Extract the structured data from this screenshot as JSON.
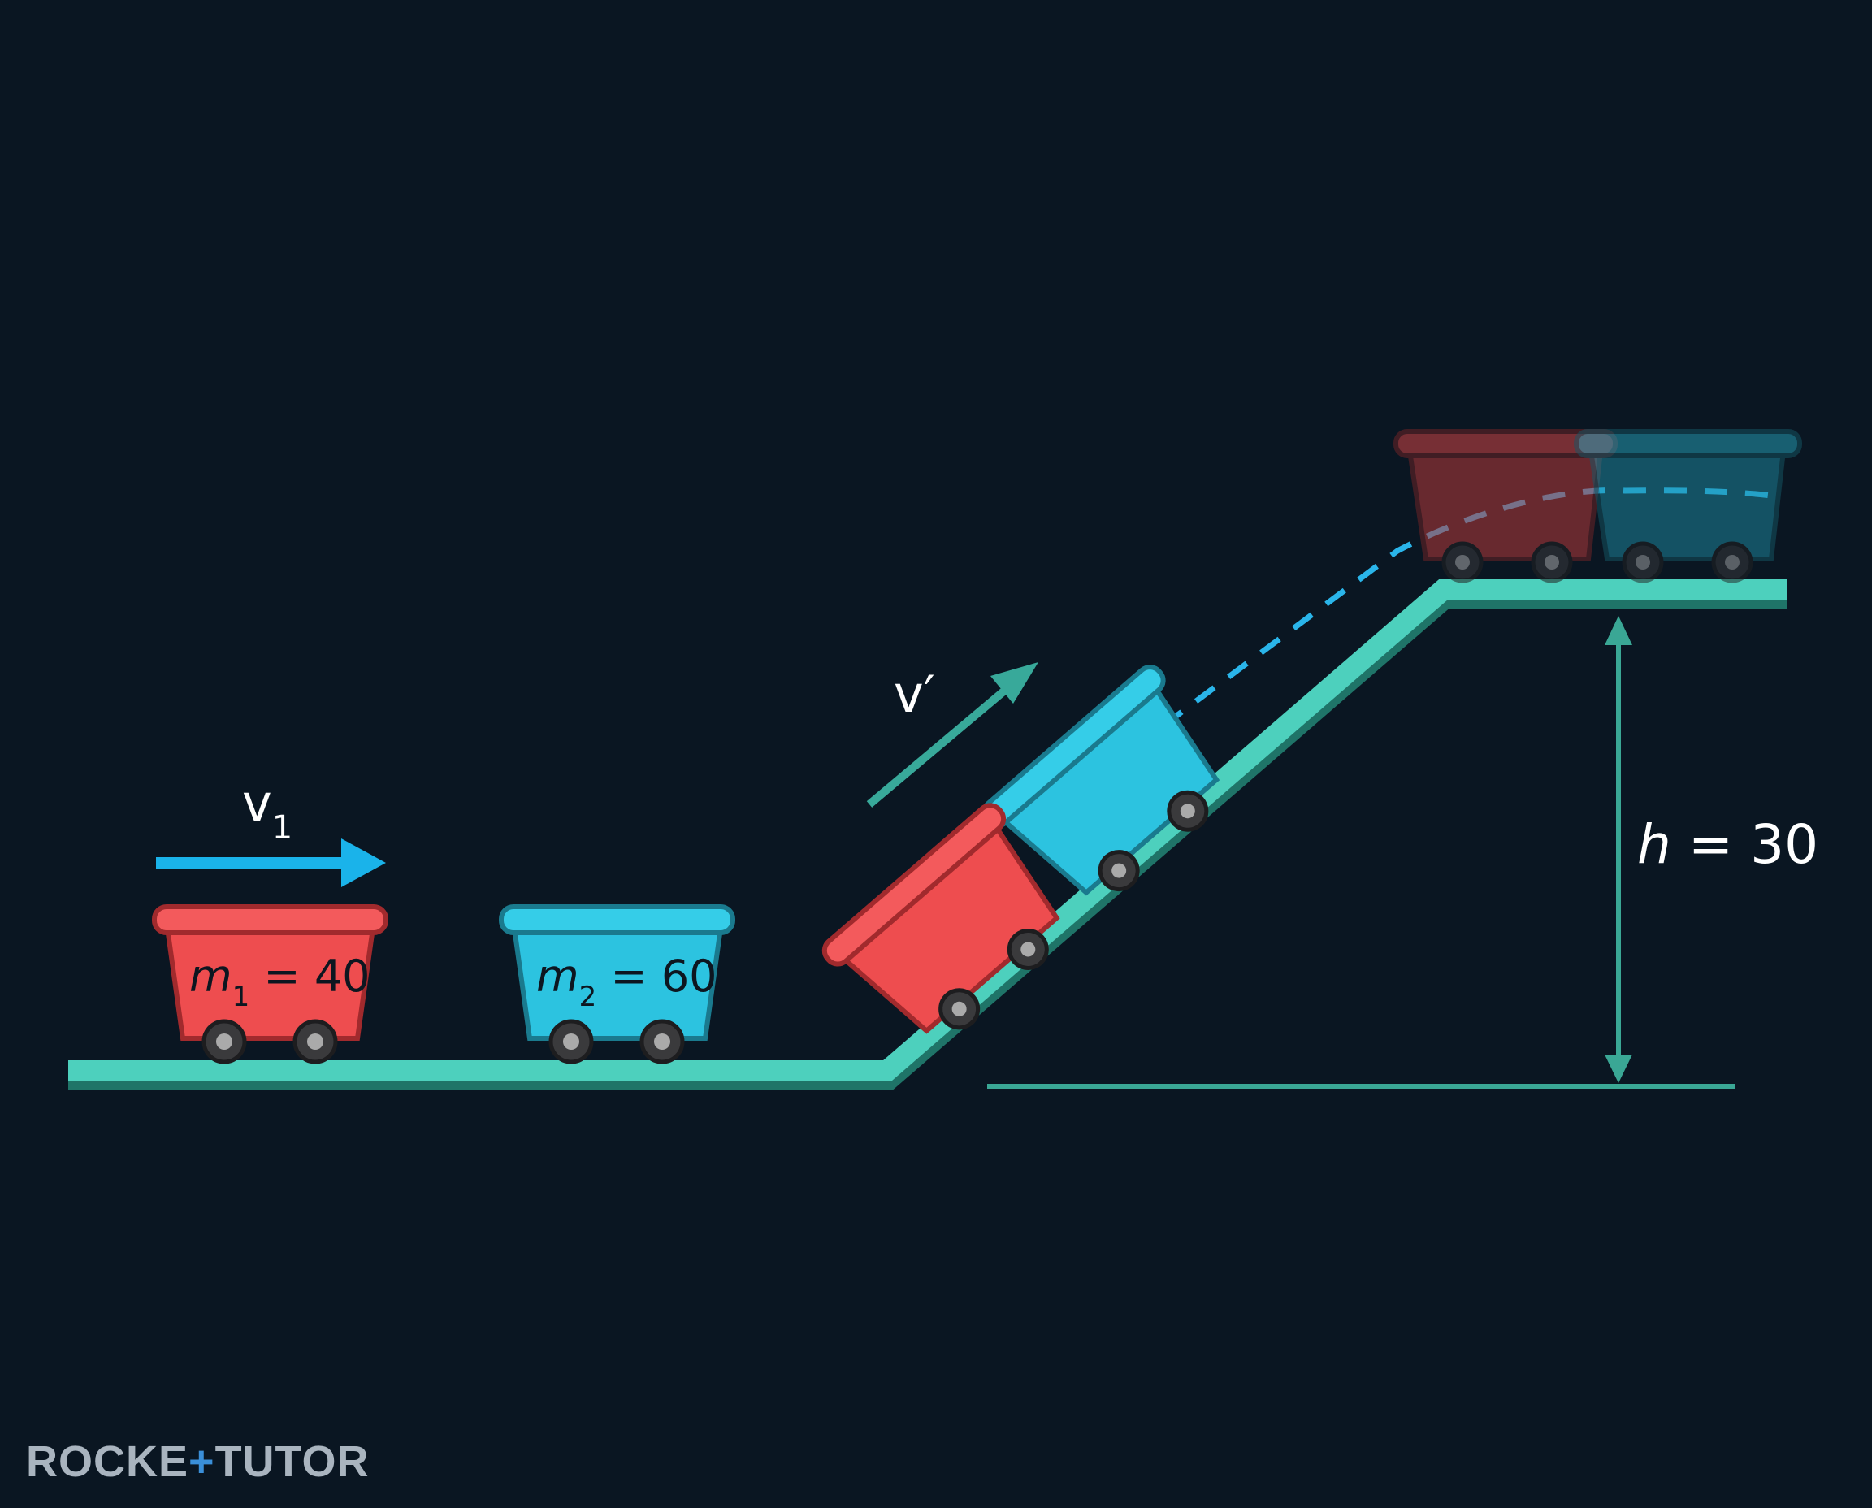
{
  "labels": {
    "v1_symbol": "v",
    "v1_sub": "1",
    "v_prime": "v′",
    "h_symbol": "h",
    "h_value": " = 30",
    "m1_symbol": "m",
    "m1_sub": "1",
    "m1_value": " = 40",
    "m2_symbol": "m",
    "m2_sub": "2",
    "m2_value": " = 60"
  },
  "logo": {
    "text_left": "ROCKE",
    "text_mid": "+",
    "text_right": "TUTOR"
  },
  "colors": {
    "background": "#0a1622",
    "track": "#4dd0bd",
    "cart_red": "#ee4d4f",
    "cart_cyan": "#2cc3e0",
    "arrow_v1": "#1ab3ea",
    "arrow_v_prime": "#38a99a",
    "height_marker": "#3aa795"
  }
}
